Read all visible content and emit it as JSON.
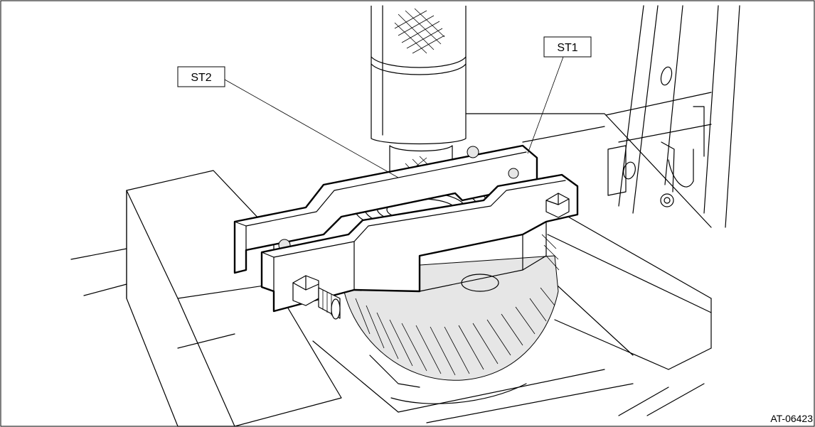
{
  "callouts": {
    "st1": "ST1",
    "st2": "ST2"
  },
  "figure_ref": "AT-06423"
}
